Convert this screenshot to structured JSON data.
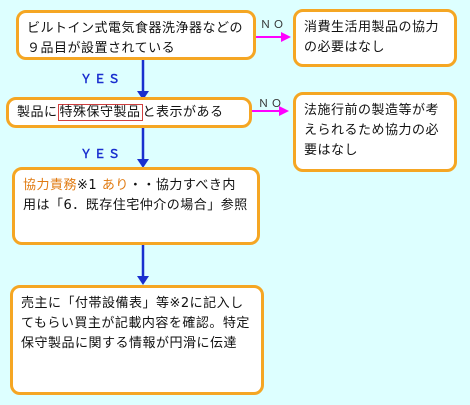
{
  "boxes": {
    "start": {
      "text": "ビルトイン式電気食器洗浄器などの９品目が設置されている"
    },
    "no_cooperation_1": {
      "text": "消費生活用製品の協力の必要はなし"
    },
    "display": {
      "before": "製品に",
      "highlight": "特殊保守製品",
      "after": "と表示がある"
    },
    "no_cooperation_2": {
      "text": "法施行前の製造等が考えられるため協力の必要はなし"
    },
    "duty": {
      "orange1": "協力責務",
      "ref": "※1",
      "orange2": "あり",
      "rest": "・・協力すべき内用は「6．既存住宅仲介の場合」参照"
    },
    "result": {
      "text": "売主に「付帯設備表」等※2に記入してもらい買主が記載内容を確認。特定保守製品に関する情報が円滑に伝達"
    }
  },
  "labels": {
    "no1": "ＮＯ",
    "yes1": "ＹＥＳ",
    "no2": "ＮＯ",
    "yes2": "ＹＥＳ"
  },
  "colors": {
    "box_border": "#f5a623",
    "down_arrow": "#1a2fcf",
    "side_arrow": "#ff00ff",
    "background": "#ddffff",
    "accent_text": "#e07a10"
  }
}
